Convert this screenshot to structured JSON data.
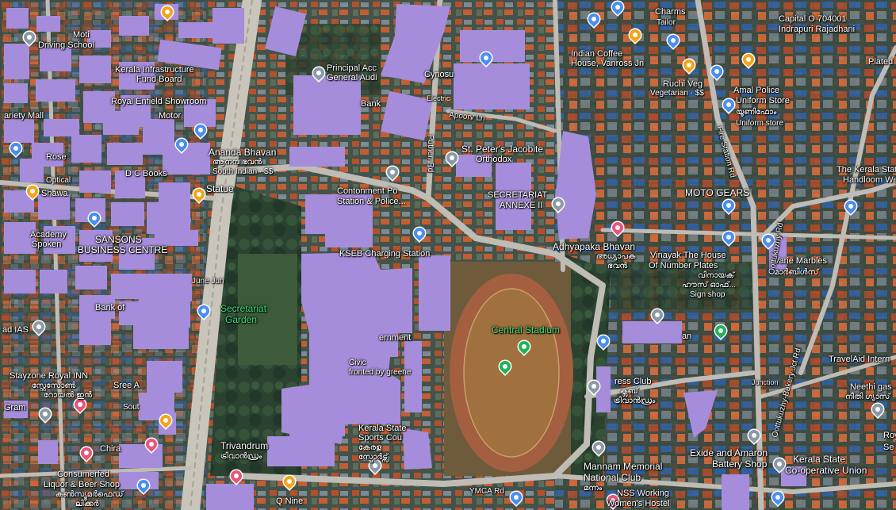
{
  "colors": {
    "building": "#a68ddb",
    "stadium_track": "#a35f3f",
    "field": "#a0703e",
    "road": "#bfbcb5",
    "canopy": "#2d4430"
  },
  "labels": {
    "charms": "Charms",
    "tailor": "Tailor",
    "capital": "Capital O 704001",
    "indrapuri": "Indrapuri Rajadhani",
    "plated": "Plated",
    "moti": "Moti",
    "driving": "Driving School",
    "kinfra": "Kerala Infrastructure",
    "fund": "Fund Board",
    "principal": "Principal Acc",
    "general": "General Audi",
    "cynosure": "Cynosu",
    "electric": "Electric",
    "indian_coffee": "Indian Coffee",
    "vanross": "House, Vanross Jn",
    "ruchi": "Ruchi Veg",
    "vegetarian": "Vegetarian · $$",
    "amal": "Amal Police",
    "uniform": "Uniform Store",
    "uniform_ml": "യൂണിഫോം",
    "uniform_store": "Uniform store",
    "variety": "ariety Mall",
    "royal_enfield": "Royal Enfield Showroom",
    "motors": "Motor",
    "bank": "Bank",
    "apoorv": "Apoorv Ln",
    "ananda": "Ananda Bhavan",
    "ananda_ml": "ആനന്ദ ഭവൻ",
    "south_indian": "South Indian · $$",
    "rose": "Rose",
    "optical": "Optical",
    "dcbooks": "D C Books",
    "shawarma": "Shawa",
    "statue": "Statue",
    "st_peters": "St. Peter's Jacobite",
    "orthodox": "Orthodox",
    "puthen": "Puthen Rd",
    "contonment": "Contonment Po",
    "station": "Station & Police...",
    "secretariat_annex": "SECRETARIAT",
    "annex": "ANNEXE II",
    "kerala_handloom": "The Kerala State",
    "handloom": "Handloom We",
    "moto_gears": "MOTO GEARS",
    "fire_station": "Fire Station Rd",
    "academy": "Academy",
    "spoken": "Spoken",
    "sansons": "SANSONS",
    "business": "BUSINESS CENTRE",
    "kseb": "KSEB Charging Station",
    "adhyapaka": "Adhyapaka Bhavan",
    "adhyapaka_ml": "അധ്യാപക",
    "adhyapaka_ml2": "ഭവൻ",
    "vinayak": "Vinayak The House",
    "number_plates": "Of Number Plates",
    "vinayak_ml": "വിനായക്",
    "vinayak_ml2": "ഹൗസ് ഓഫ്...",
    "sign_shop": "Sign shop",
    "variety_marbles": "Varie Marbles",
    "marbles_ml": "മാർബിൾസ്",
    "june": "June Jun",
    "bank_of": "Bank of",
    "secretariat_garden": "Secretariat",
    "garden": "Garden",
    "government": "ernment",
    "civic": "Civic",
    "fronted": "fronted by greene",
    "central_stadium": "Central Stadium",
    "ottukuzhy": "Oottukuzhy Rd",
    "ias": "ad IAS",
    "stayzone": "Stayzone Royal INN",
    "stayzone_ml": "സ്റ്റേസോൺ",
    "stayzone_ml2": "റോയൽ ഇൻ",
    "sree": "Sree A",
    "south": "Sout",
    "press_club": "ress Club",
    "press_ml": "ക്ലബ്",
    "press_ml2": "ട്രിവാൻഡ്രം",
    "travelaid": "TravelAid Intern",
    "neethi": "Neethi gas",
    "neethi_ml": "നീതി ഗ്യാസ്",
    "bakery_jn": "Oottukuzhy-Bakery Jct Rd",
    "junction": "Junction",
    "gram": "Gram",
    "kerala_sports": "Kerala State",
    "sports": "Sports Cou",
    "sports_ml": "കേരള",
    "sports_ml2": "സ്പോർട്സ്",
    "trivandrum": "Trivandrum",
    "trivandrum_ml": "ട്രിവാൻഡ്രം",
    "chira": "Chira",
    "consumerfed": "Consumerfed",
    "liquor": "Liquor & Beer Shop",
    "liquor_ml": "കൺസ്യൂമർഫെഡ്",
    "liquor_ml2": "ലിക്കർ",
    "q_nine": "Q Nine",
    "ymca": "YMCA Rd",
    "mannam": "Mannam Memorial",
    "national_club": "National Club",
    "mannam_ml": "മന്നം",
    "nss": "NSS Working",
    "womens": "Women's Hostel",
    "exide": "Exide and Amaron",
    "battery": "Battery Shop",
    "kerala_coop": "Kerala State",
    "coop": "Co-operative Union",
    "roy": "Roy",
    "se": "Se",
    "an": "an"
  },
  "icons": {
    "restaurant": "fork-knife-icon",
    "shopping": "shopping-bag-icon",
    "government": "government-building-icon",
    "hospital": "hospital-icon",
    "attraction": "camera-icon",
    "place": "place-pin-icon",
    "park": "park-icon"
  }
}
